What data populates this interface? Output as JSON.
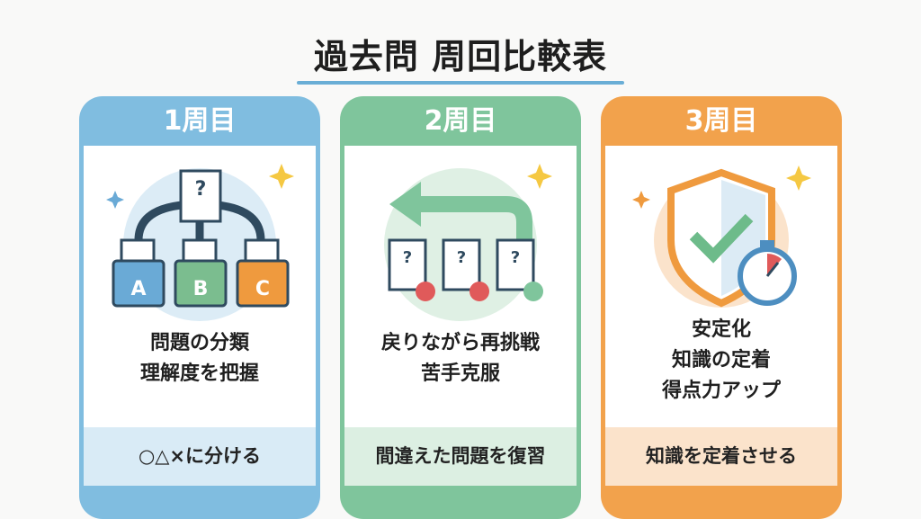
{
  "title": "過去問 周回比較表",
  "colors": {
    "round1": "#80bde0",
    "round2": "#7fc59c",
    "round3": "#f2a24c",
    "title_underline": "#6aaed6"
  },
  "cards": [
    {
      "header": "1周目",
      "icon": "folder-classification-icon",
      "folder_labels": [
        "A",
        "B",
        "C"
      ],
      "lines": [
        "問題の分類",
        "理解度を把握"
      ],
      "summary": "○△×に分ける"
    },
    {
      "header": "2周目",
      "icon": "return-arrow-retry-icon",
      "lines": [
        "戻りながら再挑戦",
        "苦手克服"
      ],
      "summary": "間違えた問題を復習"
    },
    {
      "header": "3周目",
      "icon": "shield-stopwatch-icon",
      "lines": [
        "安定化",
        "知識の定着",
        "得点力アップ"
      ],
      "summary": "知識を定着させる"
    }
  ]
}
